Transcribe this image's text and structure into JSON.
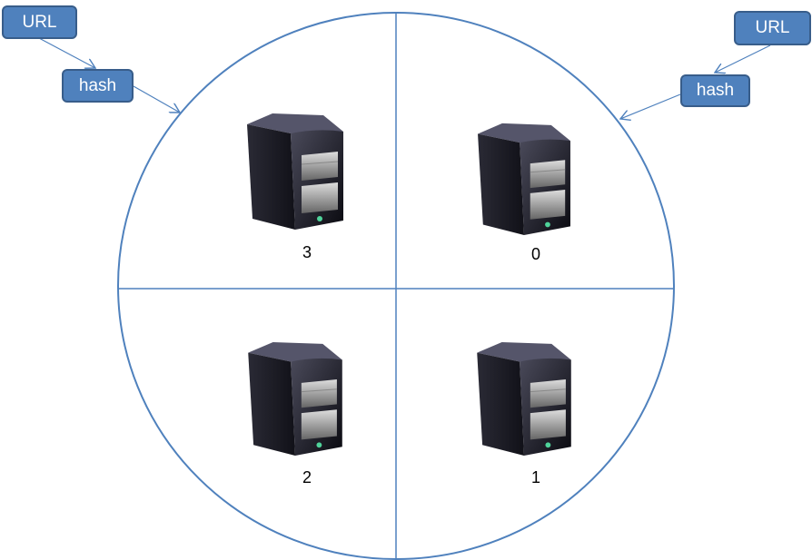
{
  "title_left": {
    "url": "URL",
    "hash": "hash"
  },
  "title_right": {
    "url": "URL",
    "hash": "hash"
  },
  "servers": [
    {
      "id": "0",
      "quadrant": "top-right"
    },
    {
      "id": "1",
      "quadrant": "bottom-right"
    },
    {
      "id": "2",
      "quadrant": "bottom-left"
    },
    {
      "id": "3",
      "quadrant": "top-left"
    }
  ],
  "colors": {
    "ring": "#4f81bd",
    "box_fill": "#4f81bd",
    "box_border": "#385d8a"
  }
}
